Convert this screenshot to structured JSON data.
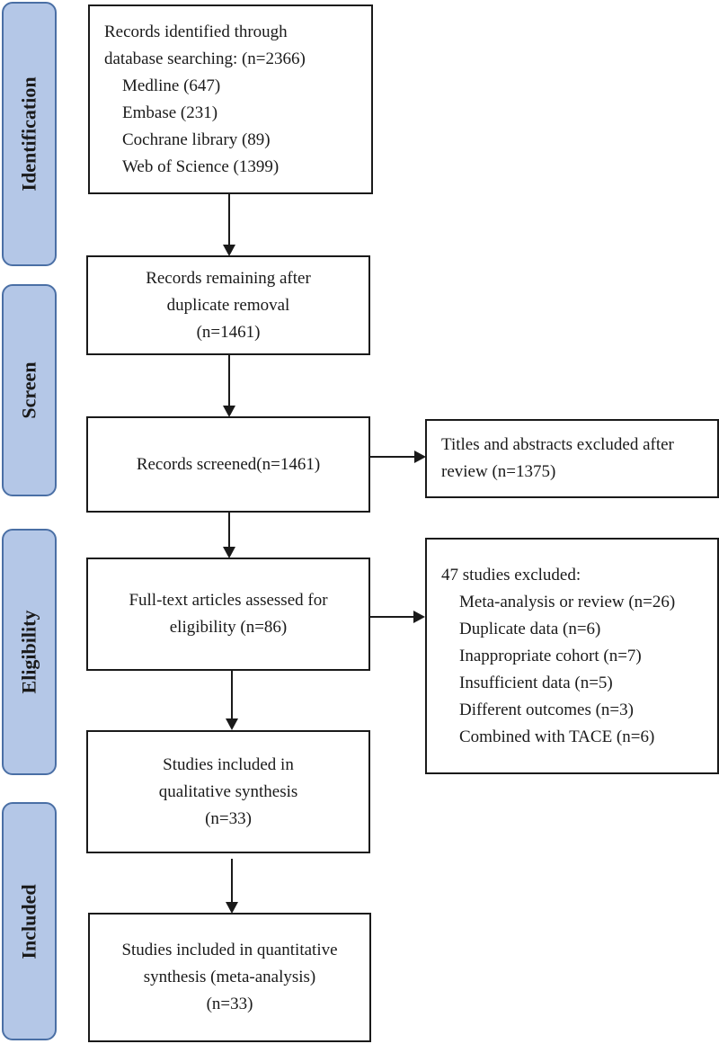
{
  "stages": [
    "Identification",
    "Screen",
    "Eligibility",
    "Included"
  ],
  "identified": {
    "lines": [
      "Records identified through",
      "database searching: (n=2366)"
    ],
    "sources": [
      "Medline (647)",
      "Embase (231)",
      "Cochrane library (89)",
      "Web of Science (1399)"
    ]
  },
  "dedup": {
    "lines": [
      "Records remaining after",
      "duplicate removal",
      "(n=1461)"
    ]
  },
  "screened": {
    "text": "Records screened(n=1461)"
  },
  "screen_excluded": {
    "lines": [
      "Titles and abstracts excluded after",
      "review (n=1375)"
    ]
  },
  "fulltext": {
    "lines": [
      "Full-text articles assessed for",
      "eligibility  (n=86)"
    ]
  },
  "fulltext_excluded": {
    "title": "47 studies excluded:",
    "reasons": [
      "Meta-analysis or review (n=26)",
      "Duplicate data (n=6)",
      "Inappropriate cohort (n=7)",
      "Insufficient data (n=5)",
      "Different outcomes (n=3)",
      "Combined with TACE (n=6)"
    ]
  },
  "qualitative": {
    "lines": [
      "Studies included in",
      "qualitative synthesis",
      "(n=33)"
    ]
  },
  "quantitative": {
    "lines": [
      "Studies included in quantitative",
      "synthesis (meta-analysis)",
      "(n=33)"
    ]
  },
  "colors": {
    "stage_fill": "#b4c7e7",
    "stage_border": "#4a6fa5"
  }
}
